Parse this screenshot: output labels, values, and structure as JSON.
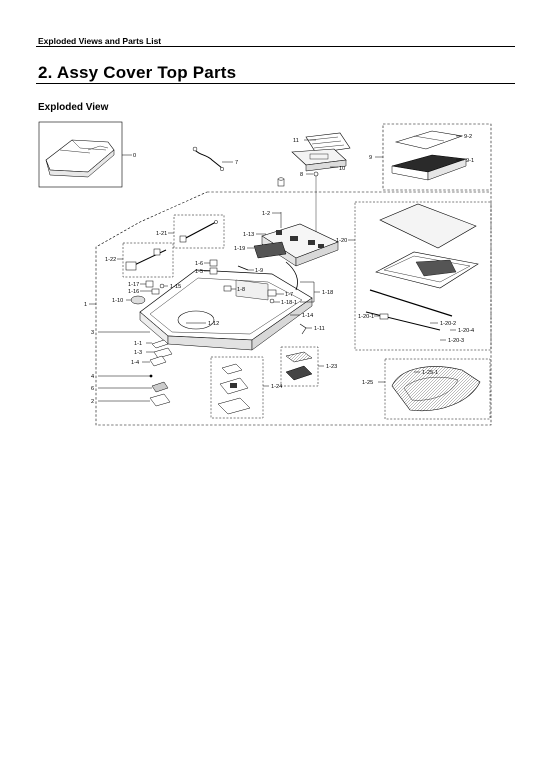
{
  "header": {
    "section": "Exploded Views and Parts List",
    "title": "2.  Assy Cover Top Parts",
    "subtitle": "Exploded View"
  },
  "labels": {
    "p0": "0",
    "p7": "7",
    "p11": "11",
    "p10": "10",
    "p8": "8",
    "p9": "9",
    "p9_2": "9-2",
    "p9_1": "9-1",
    "p1": "1",
    "p1_2": "1-2",
    "p1_13": "1-13",
    "p1_19": "1-19",
    "p1_21": "1-21",
    "p1_22": "1-22",
    "p1_6": "1-6",
    "p1_5": "1-5",
    "p1_9": "1-9",
    "p1_8": "1-8",
    "p1_17": "1-17",
    "p1_16": "1-16",
    "p1_15": "1-15",
    "p1_10": "1-10",
    "p1_7": "1-7",
    "p1_18_1": "1-18-1",
    "p1_18": "1-18",
    "p1_12": "1-12",
    "p1_14": "1-14",
    "p3": "3",
    "p1_11": "1-11",
    "p1_1": "1-1",
    "p1_3": "1-3",
    "p1_4": "1-4",
    "p4": "4",
    "p6": "6",
    "p2": "2",
    "p1_23": "1-23",
    "p1_24": "1-24",
    "p1_20": "1-20",
    "p1_20_1": "1-20-1",
    "p1_20_2": "1-20-2",
    "p1_20_4": "1-20-4",
    "p1_20_3": "1-20-3",
    "p1_25": "1-25",
    "p1_25_1": "1-25-1"
  }
}
